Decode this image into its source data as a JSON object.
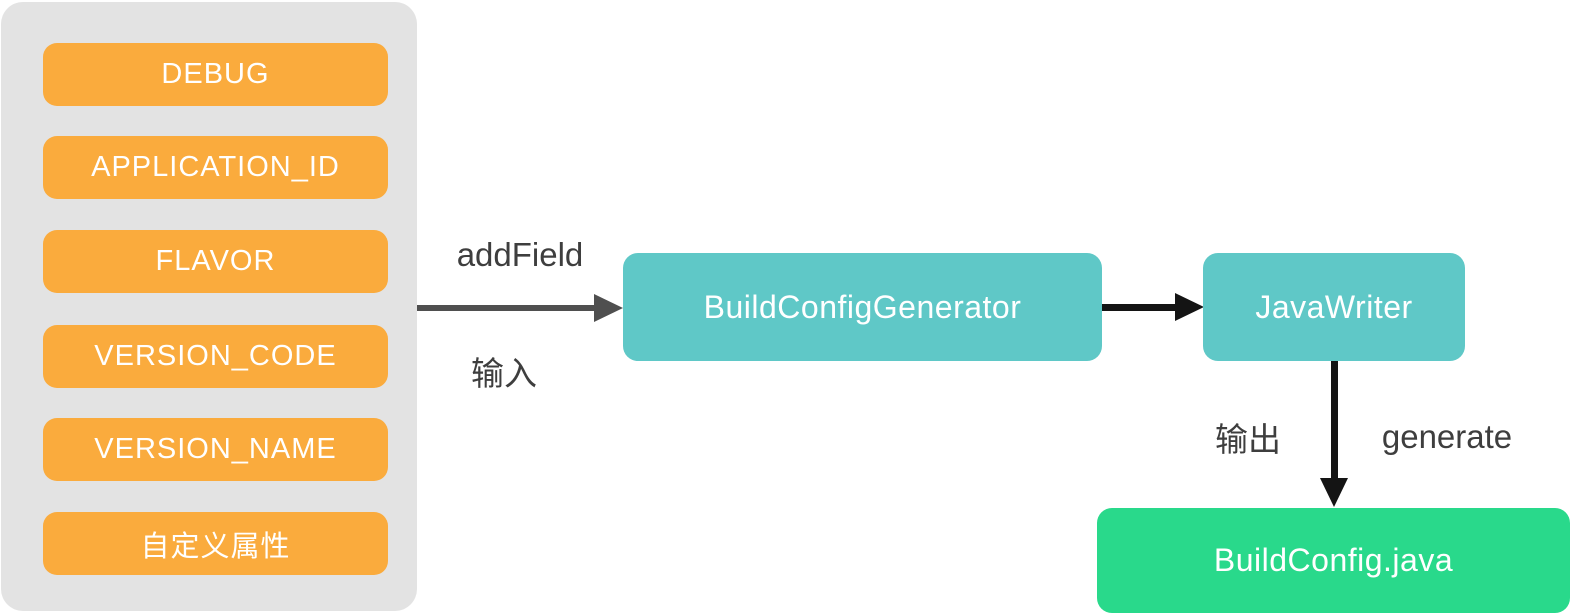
{
  "diagram": {
    "inputs_panel": {
      "items": [
        {
          "label": "DEBUG"
        },
        {
          "label": "APPLICATION_ID"
        },
        {
          "label": "FLAVOR"
        },
        {
          "label": "VERSION_CODE"
        },
        {
          "label": "VERSION_NAME"
        },
        {
          "label": "自定义属性"
        }
      ]
    },
    "nodes": {
      "build_config_generator": {
        "label": "BuildConfigGenerator"
      },
      "java_writer": {
        "label": "JavaWriter"
      },
      "build_config_java": {
        "label": "BuildConfig.java"
      }
    },
    "edges": {
      "input_edge": {
        "top_label": "addField",
        "bottom_label": "输入"
      },
      "generator_to_writer_edge": {},
      "output_edge": {
        "left_label": "输出",
        "right_label": "generate"
      }
    },
    "colors": {
      "panel_bg": "#E3E3E3",
      "input_item_bg": "#FAAB3D",
      "process_node_bg": "#5FC8C7",
      "output_node_bg": "#29D98B",
      "edge_gray": "#4F4F4F",
      "edge_black": "#141414",
      "label_text": "#3E3E3E",
      "node_text": "#FFFFFF"
    }
  }
}
